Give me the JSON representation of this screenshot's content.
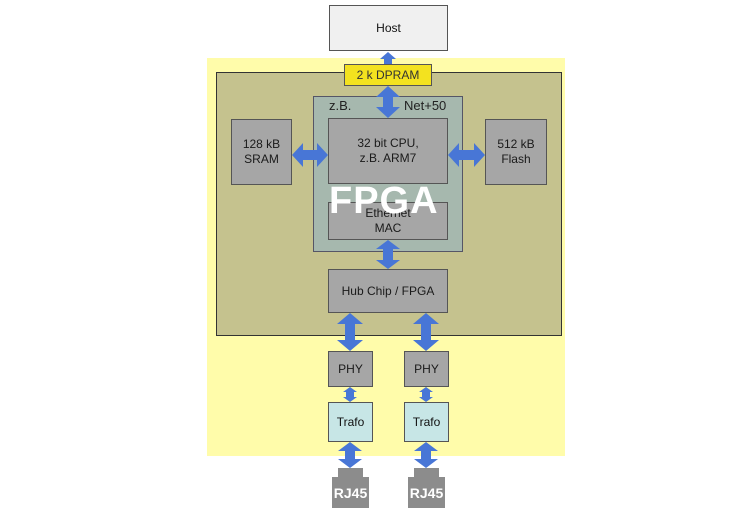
{
  "diagram": {
    "host": "Host",
    "dpram": "2 k DPRAM",
    "zb": "z.B.",
    "netplus": "Net+50",
    "cpu": "32 bit CPU,\nz.B. ARM7",
    "sram": "128 kB\nSRAM",
    "flash": "512 kB\nFlash",
    "ethernet": "Ethernet\nMAC",
    "fpga": "FPGA",
    "hub": "Hub Chip / FPGA",
    "phy": "PHY",
    "trafo": "Trafo",
    "rj45": "RJ45"
  },
  "colors": {
    "yellow_bg": "#fffcaa",
    "board": "#c5c28e",
    "netplus_box": "#a6b8ae",
    "dpram": "#f3e21f",
    "trafo": "#c7e6e6",
    "rj45": "#8c8c8c",
    "arrow": "#4876d6"
  }
}
